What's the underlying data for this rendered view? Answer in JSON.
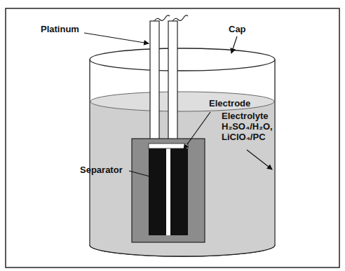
{
  "diagram": {
    "labels": [
      "Platinum",
      "Cap",
      "Electrode",
      "Separator",
      "Electrolyte H₂SO₄/H₂O, LiClO₄/PC"
    ]
  }
}
